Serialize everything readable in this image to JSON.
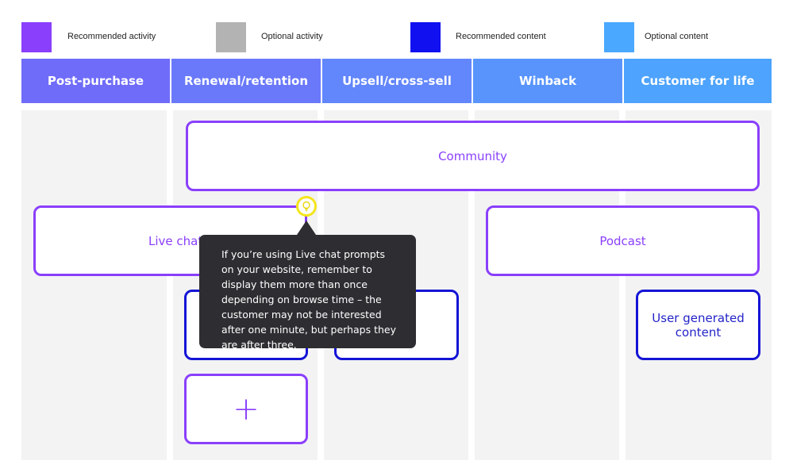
{
  "colors": {
    "recommended_activity": "#8a3ffc",
    "optional_activity": "#b3b3b3",
    "recommended_content": "#1010f0",
    "optional_content": "#4aa8ff",
    "tooltip_bg": "#2e2e32",
    "tip_ring": "#f5e51b"
  },
  "legend": [
    {
      "label": "Recommended activity"
    },
    {
      "label": "Optional activity"
    },
    {
      "label": "Recommended content"
    },
    {
      "label": "Optional content"
    }
  ],
  "stages": [
    {
      "label": "Post-purchase"
    },
    {
      "label": "Renewal/retention"
    },
    {
      "label": "Upsell/cross-sell"
    },
    {
      "label": "Winback"
    },
    {
      "label": "Customer for life"
    }
  ],
  "cards": {
    "community": "Community",
    "live_chat": "Live chat",
    "podcast": "Podcast",
    "ugc": "User generated content",
    "add": "+"
  },
  "tooltip": {
    "icon": "lightbulb-icon",
    "text": "If you’re using Live chat prompts on your website, remember to display them more than once depending on browse time – the customer may not be interested after one minute, but perhaps they are after three."
  }
}
